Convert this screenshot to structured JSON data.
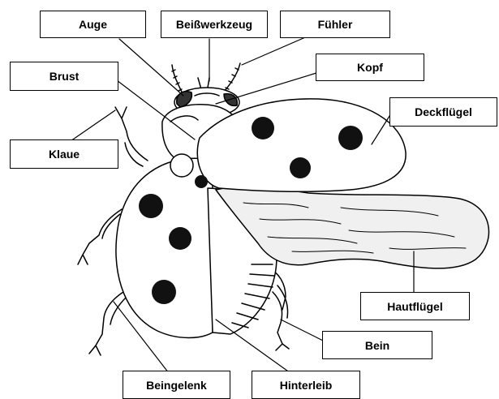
{
  "labels": {
    "auge": "Auge",
    "beisswerkzeug": "Beißwerkzeug",
    "fuehler": "Fühler",
    "brust": "Brust",
    "kopf": "Kopf",
    "deckfluegel": "Deckflügel",
    "klaue": "Klaue",
    "hautfluegel": "Hautflügel",
    "bein": "Bein",
    "beingelenk": "Beingelenk",
    "hinterleib": "Hinterleib"
  },
  "colors": {
    "line": "#000000",
    "fill": "#ffffff",
    "spots": "#111111",
    "wing_fill": "#f0f0f0"
  }
}
